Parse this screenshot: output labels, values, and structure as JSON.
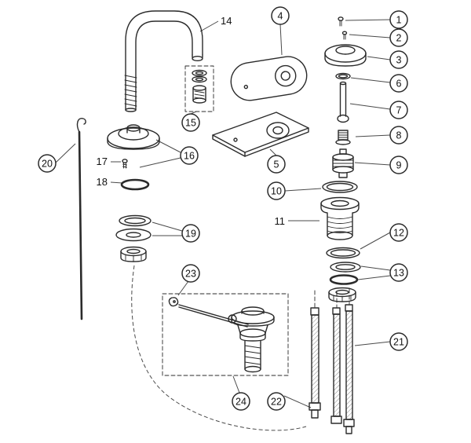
{
  "colors": {
    "background": "#ffffff",
    "line": "#2b2b2b"
  },
  "callouts": {
    "n1": "1",
    "n2": "2",
    "n3": "3",
    "n4": "4",
    "n5": "5",
    "n6": "6",
    "n7": "7",
    "n8": "8",
    "n9": "9",
    "n10": "10",
    "n11": "11",
    "n12": "12",
    "n13": "13",
    "n14": "14",
    "n15": "15",
    "n16": "16",
    "n17": "17",
    "n18": "18",
    "n19": "19",
    "n20": "20",
    "n21": "21",
    "n22": "22",
    "n23": "23",
    "n24": "24"
  }
}
